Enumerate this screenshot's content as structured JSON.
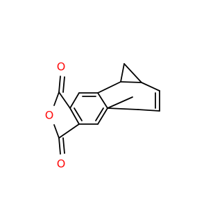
{
  "molecule": {
    "atoms": {
      "carbonyl_oxygen_top": {
        "symbol": "O",
        "color": "#ff0d0d"
      },
      "ring_oxygen": {
        "symbol": "O",
        "color": "#ff0d0d"
      },
      "carbonyl_oxygen_bottom": {
        "symbol": "O",
        "color": "#ff0d0d"
      }
    },
    "bond_color": "#000000"
  }
}
